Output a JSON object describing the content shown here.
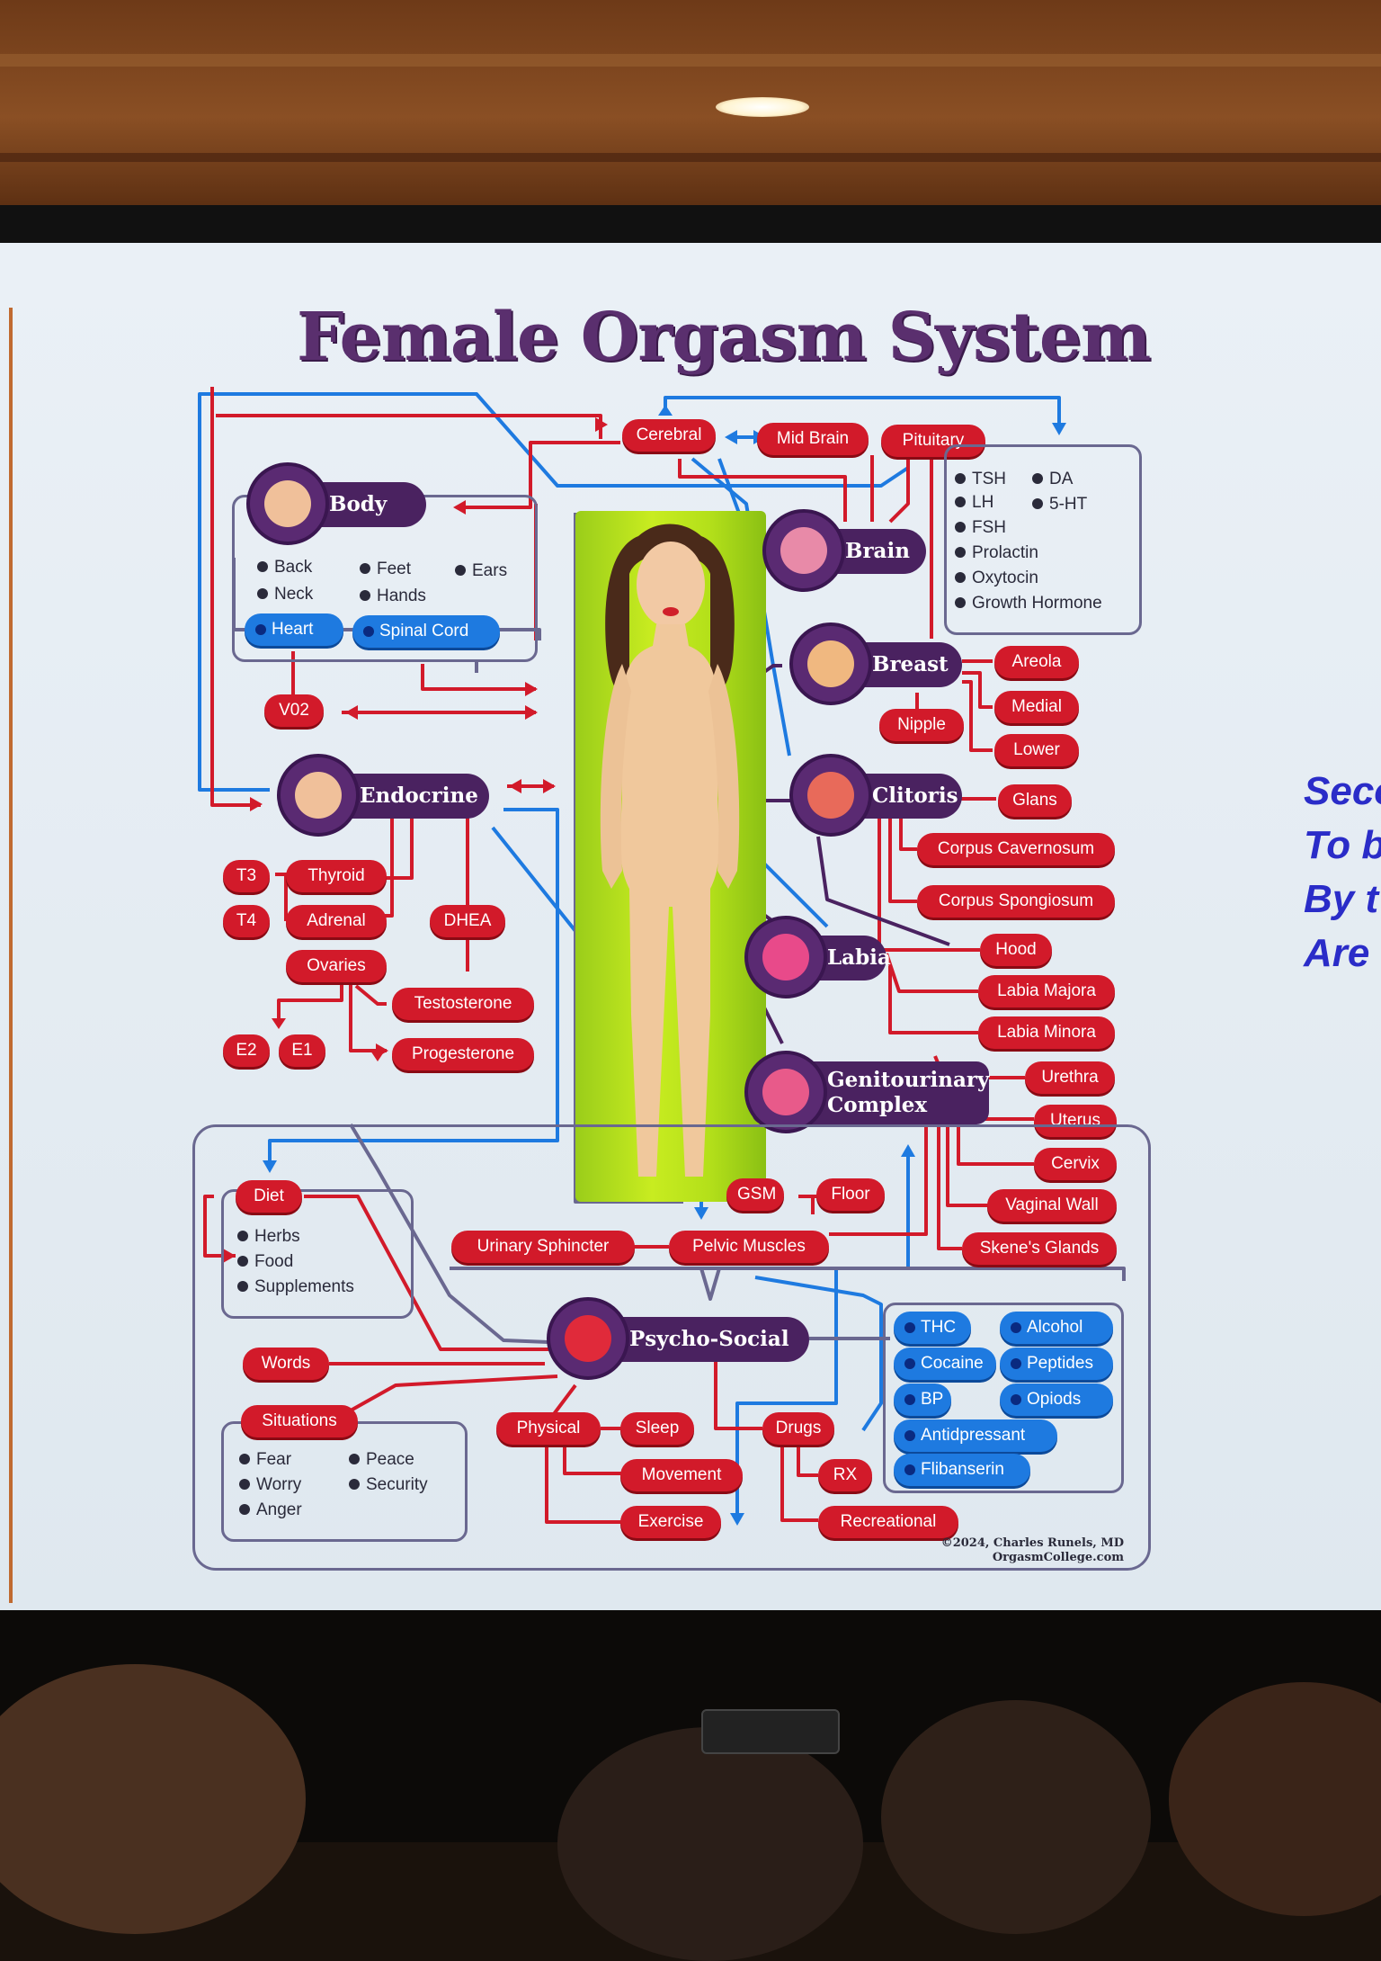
{
  "title": "Female Orgasm System",
  "hubs": {
    "body": "Body",
    "brain": "Brain",
    "breast": "Breast",
    "endocrine": "Endocrine",
    "clitoris": "Clitoris",
    "labia": "Labia",
    "gu_line1": "Genitourinary",
    "gu_line2": "Complex",
    "psycho": "Psycho-Social"
  },
  "brain_nodes": {
    "cerebral": "Cerebral",
    "midbrain": "Mid Brain",
    "pituitary": "Pituitary"
  },
  "pituitary_hormones": [
    "TSH",
    "DA",
    "LH",
    "5-HT",
    "FSH",
    "Prolactin",
    "Oxytocin",
    "Growth Hormone"
  ],
  "body_items": [
    "Back",
    "Feet",
    "Ears",
    "Neck",
    "Hands"
  ],
  "body_blue": {
    "heart": "Heart",
    "spinal_cord": "Spinal Cord"
  },
  "vo2": "V02",
  "breast_parts": {
    "areola": "Areola",
    "medial": "Medial",
    "lower": "Lower",
    "nipple": "Nipple"
  },
  "endocrine_parts": {
    "t3": "T3",
    "t4": "T4",
    "thyroid": "Thyroid",
    "adrenal": "Adrenal",
    "dhea": "DHEA",
    "ovaries": "Ovaries",
    "testosterone": "Testosterone",
    "progesterone": "Progesterone",
    "e2": "E2",
    "e1": "E1"
  },
  "genital_parts": {
    "glans": "Glans",
    "corpus_cavernosum": "Corpus Cavernosum",
    "corpus_spongiosum": "Corpus Spongiosum",
    "hood": "Hood",
    "labia_majora": "Labia Majora",
    "labia_minora": "Labia Minora",
    "urethra": "Urethra",
    "uterus": "Uterus",
    "cervix": "Cervix",
    "vaginal_wall": "Vaginal Wall",
    "skenes_glands": "Skene's Glands"
  },
  "pelvic": {
    "gsm": "GSM",
    "floor": "Floor",
    "urinary_sphincter": "Urinary Sphincter",
    "pelvic_muscles": "Pelvic Muscles"
  },
  "psycho_parts": {
    "diet": "Diet",
    "diet_items": [
      "Herbs",
      "Food",
      "Supplements"
    ],
    "words": "Words",
    "situations": "Situations",
    "situation_items": [
      "Fear",
      "Peace",
      "Worry",
      "Security",
      "Anger"
    ],
    "physical": "Physical",
    "sleep": "Sleep",
    "movement": "Movement",
    "exercise": "Exercise",
    "drugs": "Drugs",
    "rx": "RX",
    "recreational": "Recreational"
  },
  "drug_list": [
    "THC",
    "Alcohol",
    "Cocaine",
    "Peptides",
    "BP",
    "Opiods",
    "Antidpressant",
    "Flibanserin"
  ],
  "credit": [
    "©2024, Charles Runels, MD",
    "OrgasmCollege.com"
  ],
  "side_text": [
    "Seco",
    "To b",
    "By t",
    "Are"
  ],
  "colors": {
    "red": "#d21a2a",
    "blue": "#1e7ae0",
    "hub": "#4a2260",
    "panel": "#b4e01a",
    "title": "#5a2f6e"
  }
}
